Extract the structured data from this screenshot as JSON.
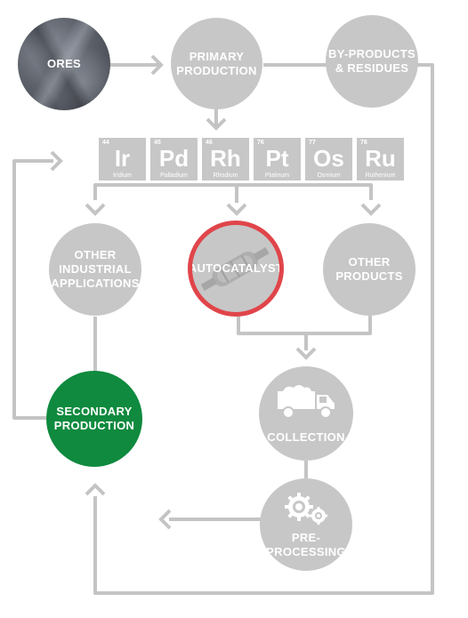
{
  "colors": {
    "node_gray": "#c7c7c7",
    "line_gray": "#c4c4c4",
    "secondary_green": "#0f8a3e",
    "highlight_red": "#e0454a"
  },
  "nodes": {
    "ores": "ORES",
    "primary": "PRIMARY\nPRODUCTION",
    "byproducts": "BY-PRODUCTS\n& RESIDUES",
    "other_industrial": "OTHER\nINDUSTRIAL\nAPPLICATIONS",
    "autocatalyst": "AUTOCATALYST",
    "other_products": "OTHER\nPRODUCTS",
    "secondary": "SECONDARY\nPRODUCTION",
    "collection": "COLLECTION",
    "preprocessing": "PRE-\nPROCESSING"
  },
  "elements": [
    {
      "number": "44",
      "symbol": "Ir",
      "name": "Iridium"
    },
    {
      "number": "45",
      "symbol": "Pd",
      "name": "Palladium"
    },
    {
      "number": "46",
      "symbol": "Rh",
      "name": "Rhodium"
    },
    {
      "number": "76",
      "symbol": "Pt",
      "name": "Platinum"
    },
    {
      "number": "77",
      "symbol": "Os",
      "name": "Osmium"
    },
    {
      "number": "78",
      "symbol": "Ru",
      "name": "Ruthenium"
    }
  ],
  "icons": {
    "collection": "truck-icon",
    "preprocessing": "gears-icon",
    "autocatalyst": "catalytic-converter-icon"
  }
}
